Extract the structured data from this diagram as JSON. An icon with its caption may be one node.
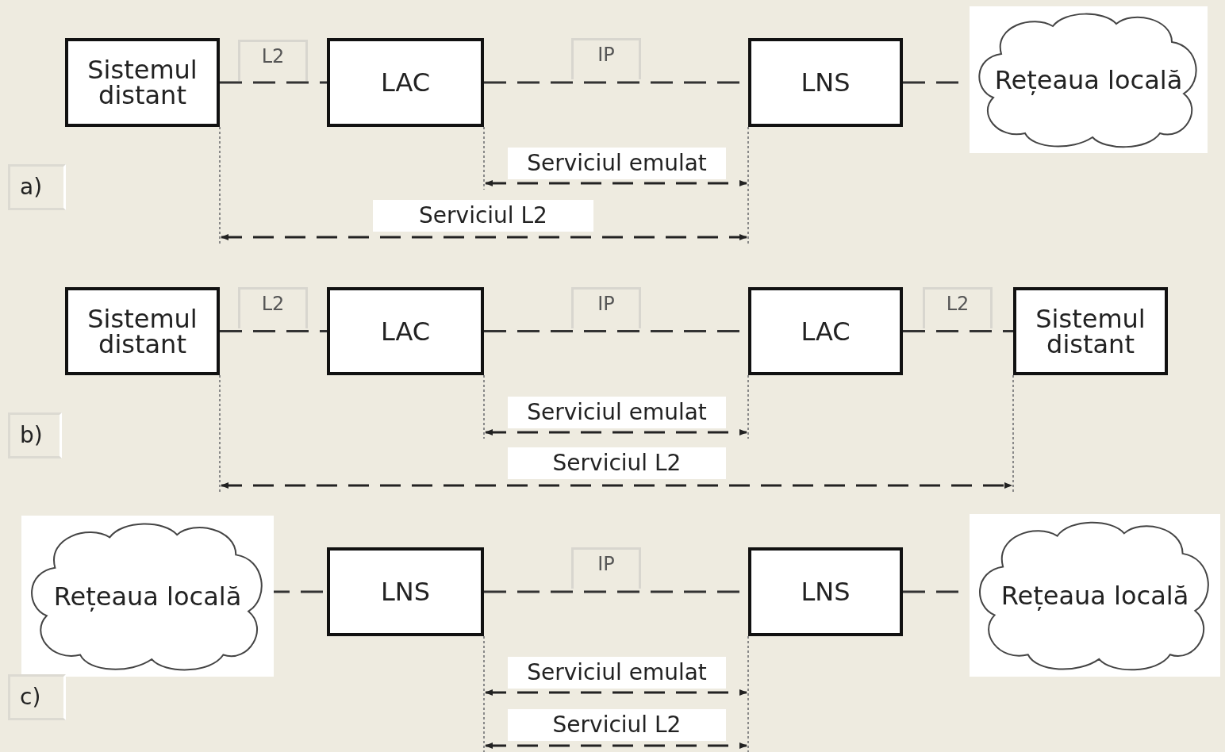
{
  "diagram": {
    "nodes": [
      {
        "text": [
          "Sistemul distant"
        ]
      },
      {
        "text": [
          "LAC"
        ]
      },
      {
        "text": [
          "LNS"
        ]
      },
      {
        "text": [
          "Rețeaua locală"
        ]
      },
      {
        "text": [
          "Sistemul distant"
        ]
      },
      {
        "text": [
          "LAC"
        ]
      },
      {
        "text": [
          "LAC"
        ]
      },
      {
        "text": [
          "Sistemul distant"
        ]
      },
      {
        "text": [
          "Rețeaua locală"
        ]
      },
      {
        "text": [
          "LNS"
        ]
      },
      {
        "text": [
          "LNS"
        ]
      },
      {
        "text": [
          "Rețeaua locală"
        ]
      }
    ],
    "edges": [
      {
        "from": 0,
        "to": 1,
        "arrow": "none",
        "label": "L2",
        "style": "dashed"
      },
      {
        "from": 1,
        "to": 2,
        "arrow": "none",
        "label": "IP",
        "style": "dashed"
      },
      {
        "from": 2,
        "to": 3,
        "arrow": "none",
        "style": "dashed"
      },
      {
        "from": 4,
        "to": 5,
        "arrow": "none",
        "label": "L2",
        "style": "dashed"
      },
      {
        "from": 5,
        "to": 6,
        "arrow": "none",
        "label": "IP",
        "style": "dashed"
      },
      {
        "from": 6,
        "to": 7,
        "arrow": "none",
        "label": "L2",
        "style": "dashed"
      },
      {
        "from": 8,
        "to": 9,
        "arrow": "none",
        "style": "dashed"
      },
      {
        "from": 9,
        "to": 10,
        "arrow": "none",
        "label": "IP",
        "style": "dashed"
      },
      {
        "from": 10,
        "to": 11,
        "arrow": "none",
        "style": "dashed"
      }
    ],
    "labels": [
      "Serviciul emulat",
      "a)",
      "Serviciul L2",
      "Serviciul emulat",
      "b)",
      "Serviciul L2",
      "Serviciul emulat",
      "c)",
      "Serviciul L2"
    ]
  }
}
